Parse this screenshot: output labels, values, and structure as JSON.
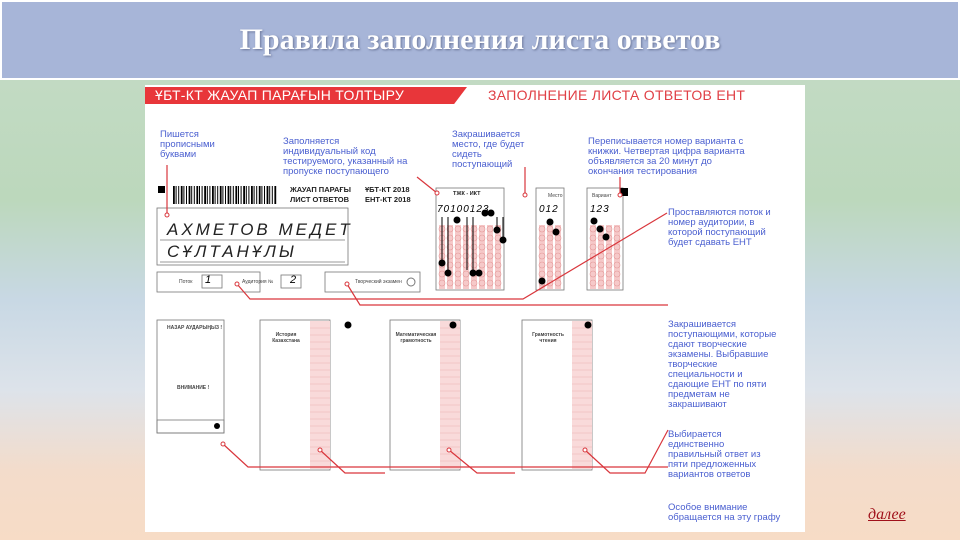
{
  "slide": {
    "title": "Правила заполнения листа ответов",
    "next_link": "далее"
  },
  "figure": {
    "banner_kz": "ҰБТ-КТ ЖАУАП ПАРАҒЫН ТОЛТЫРУ",
    "banner_ru": "ЗАПОЛНЕНИЕ ЛИСТА ОТВЕТОВ ЕНТ",
    "notes": {
      "capitals": "Пишется прописными буквами",
      "code": "Заполняется индивидуальный код тестируемого, указанный на пропуске поступающего",
      "seat": "Закрашивается место, где будет сидеть поступающий",
      "variant": "Переписывается номер варианта с книжки. Четвертая цифра варианта объявляется за 20 минут до окончания тестирования",
      "stream": "Проставляются поток и номер аудитории, в которой поступающий будет сдавать ЕНТ",
      "creative": "Закрашивается поступающими, которые сдают творческие экзамены. Выбравшие творческие специальности и сдающие ЕНТ по пяти предметам не закрашивают",
      "single": "Выбирается единственно правильный ответ из пяти предложенных вариантов ответов",
      "attention": "Особое внимание обращается на эту графу"
    },
    "form": {
      "sheet_kz": "ЖАУАП ПАРАҒЫ",
      "sheet_ru": "ЛИСТ ОТВЕТОВ",
      "year_kz": "ҰБТ-КТ 2018",
      "year_ru": "ЕНТ-КТ 2018",
      "surname": "АХМЕТОВ МЕДЕТ",
      "patronymic": "СҰЛТАНҰЛЫ",
      "stream_label": "Поток",
      "stream_value": "1",
      "room_label": "Аудитория №",
      "room_value": "2",
      "creative_label": "Творческий экзамен",
      "code_title": "ТЖК - ИКТ",
      "code_value": "70100123",
      "seat_title": "Место",
      "seat_value": "012",
      "variant_title": "Вариант",
      "variant_value": "123",
      "notice_kz": "НАЗАР АУДАРЫҢЫЗ !",
      "notice_ru": "ВНИМАНИЕ !",
      "sections": [
        "История Казахстана",
        "Математическая грамотность",
        "Грамотность чтения"
      ]
    }
  }
}
